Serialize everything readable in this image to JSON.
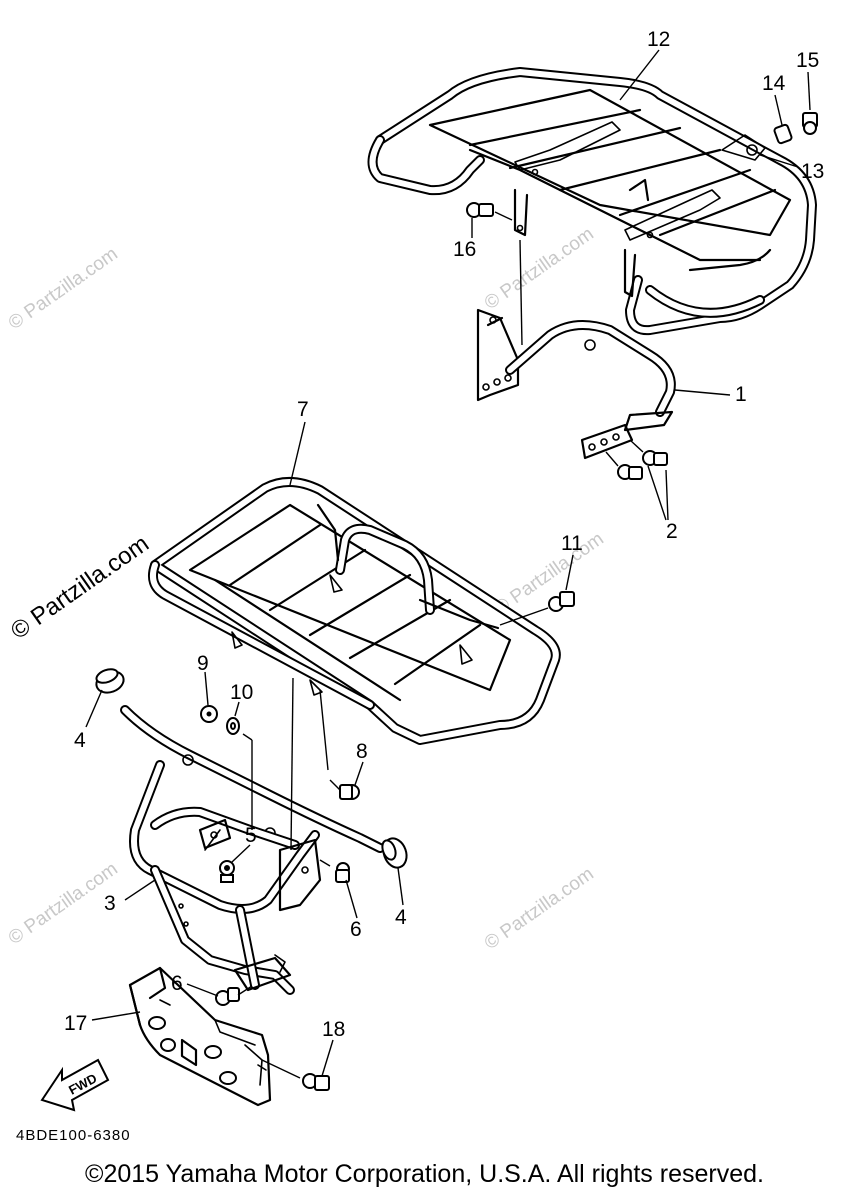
{
  "diagram": {
    "callouts": [
      {
        "id": "1",
        "label": "1"
      },
      {
        "id": "2",
        "label": "2"
      },
      {
        "id": "3",
        "label": "3"
      },
      {
        "id": "4a",
        "label": "4"
      },
      {
        "id": "4b",
        "label": "4"
      },
      {
        "id": "5",
        "label": "5"
      },
      {
        "id": "6a",
        "label": "6"
      },
      {
        "id": "6b",
        "label": "6"
      },
      {
        "id": "7",
        "label": "7"
      },
      {
        "id": "8",
        "label": "8"
      },
      {
        "id": "9",
        "label": "9"
      },
      {
        "id": "10",
        "label": "10"
      },
      {
        "id": "11",
        "label": "11"
      },
      {
        "id": "12",
        "label": "12"
      },
      {
        "id": "13",
        "label": "13"
      },
      {
        "id": "14",
        "label": "14"
      },
      {
        "id": "15",
        "label": "15"
      },
      {
        "id": "16",
        "label": "16"
      },
      {
        "id": "17",
        "label": "17"
      },
      {
        "id": "18",
        "label": "18"
      }
    ],
    "fwd_label": "FWD",
    "reference_code": "4BDE100-6380"
  },
  "watermark": {
    "text": "© Partzilla.com"
  },
  "footer": {
    "copyright": "©2015 Yamaha Motor Corporation, U.S.A. All rights reserved."
  },
  "colors": {
    "line": "#000000",
    "watermark": "#c8c8c8",
    "background": "#ffffff"
  }
}
